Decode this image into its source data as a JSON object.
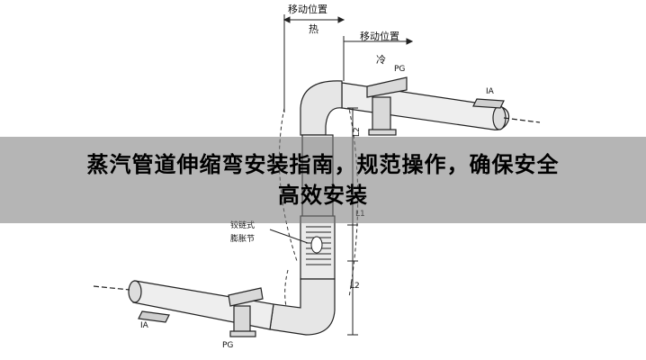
{
  "diagram": {
    "labels": {
      "move_top": "移动位置",
      "hot": "热",
      "move_right": "移动位置",
      "cold": "冷",
      "pg_top": "PG",
      "ia_right": "IA",
      "l2_top": "L2",
      "l1": "L1",
      "hinge_line1": "铰链式",
      "hinge_line2": "膨胀节",
      "l2_bottom": "L2",
      "ia_left": "IA",
      "pg_bottom": "PG"
    }
  },
  "banner": {
    "line1": "蒸汽管道伸缩弯安装指南，规范操作，确保安全",
    "line2": "高效安装"
  }
}
